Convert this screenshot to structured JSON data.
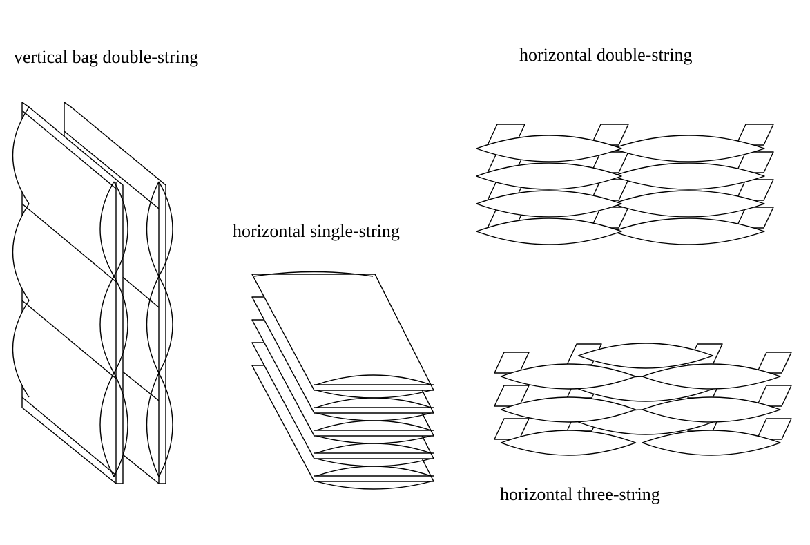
{
  "labels": {
    "vertical_bag_double_string": "vertical bag double-string",
    "horizontal_single_string": "horizontal single-string",
    "horizontal_double_string": "horizontal double-string",
    "horizontal_three_string": "horizontal three-string"
  },
  "colors": {
    "background": "#ffffff",
    "line": "#000000"
  }
}
